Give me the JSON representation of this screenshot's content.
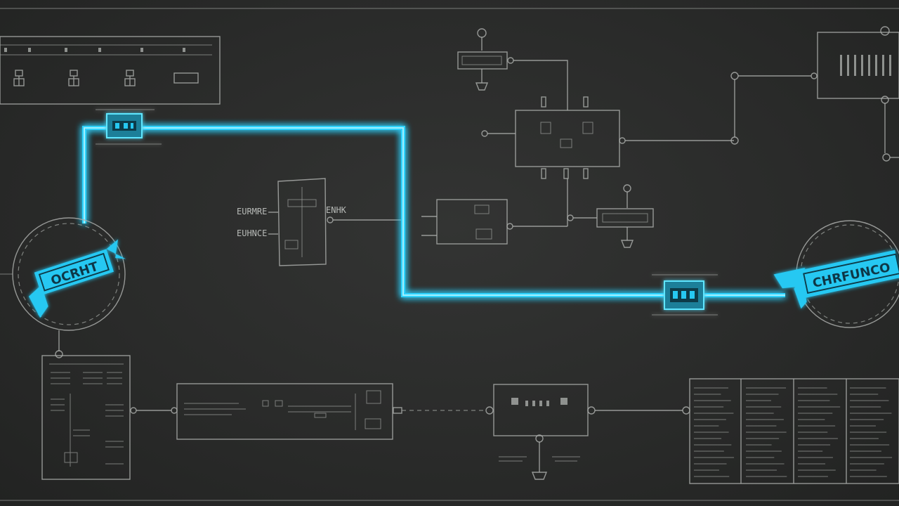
{
  "colors": {
    "background": "#2b2c2b",
    "chalk": "#a9aca9",
    "accent": "#2fd3ff"
  },
  "left_badge": {
    "label": "OCRHT"
  },
  "right_badge": {
    "label": "CHRFUNCO"
  },
  "block_labels": {
    "left_top": "EURMRE",
    "left_bottom": "EUHNCE",
    "right_top": "ENHK"
  }
}
